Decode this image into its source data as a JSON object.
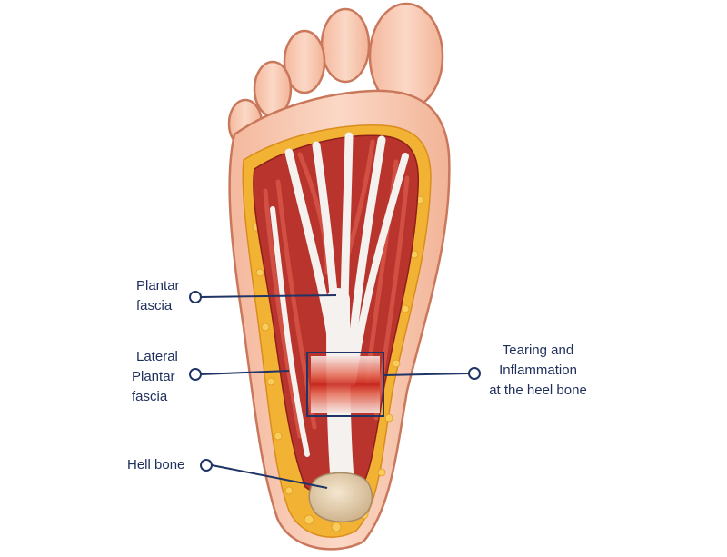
{
  "labels": {
    "plantar_fascia": [
      "Plantar",
      "fascia"
    ],
    "lateral_plantar_fascia": [
      "Lateral",
      "Plantar",
      "fascia"
    ],
    "hell_bone": [
      "Hell bone"
    ],
    "tearing": [
      "Tearing and",
      "Inflammation",
      "at the heel bone"
    ]
  },
  "colors": {
    "label_text": "#1f2f5c",
    "leader_line": "#1f3566",
    "skin": "#f6c9b1",
    "muscle": "#b8342c",
    "fascia": "#f4f1ef",
    "fat": "#f2b233",
    "bone": "#e8d3b3",
    "inflammation": "#d8362a"
  }
}
